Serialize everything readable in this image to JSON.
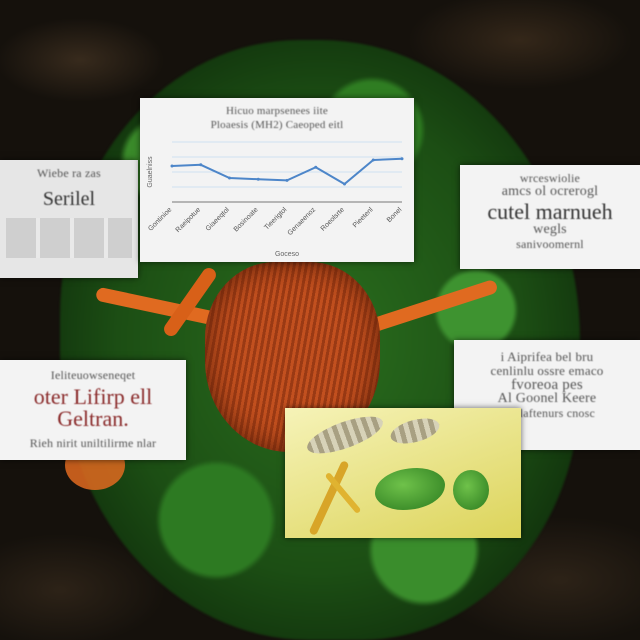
{
  "panels": {
    "chart": {
      "caption": "Hicuo marpsenees iite\nPloaesis (MH2) Caeoped eitl"
    },
    "top_right": {
      "line1": "wrceswiolie",
      "line2": "amcs ol ocrerogl",
      "big": "cutel marnueh",
      "line4": "wegls",
      "line5": "sanivoomernl"
    },
    "left_mid": {
      "line1": "Ieliteuowseneqet",
      "big": "oter Lifirp ell",
      "big2": "Geltran.",
      "line4": "Rieh nirit uniltilirme nlar"
    },
    "right_mid": {
      "line1": "i Aiprifea bel bru",
      "line2": "cenlinlu ossre emaco",
      "line3": "fvoreoa pes",
      "line4": "Al Goonel Keere",
      "line5": "Vietlaftenurs cnosc"
    },
    "top_left": {
      "line1": "Wiebe ra zas",
      "line2": "Serilel"
    }
  },
  "chart_data": {
    "type": "line",
    "title": "Hicuo marpsenees iite",
    "subtitle": "Ploaesis (MH2) Caeoped eitl",
    "xlabel": "Goceso",
    "ylabel": "Guaelniss",
    "categories": [
      "Gontinioe",
      "Raeipotue",
      "Giaeeqtol",
      "Bosinoate",
      "Tieerigtol",
      "Genaeenoz",
      "Roeolsrte",
      "Pieetenl",
      "Bonel"
    ],
    "values": [
      60,
      62,
      40,
      38,
      36,
      58,
      30,
      70,
      72
    ],
    "ylim": [
      0,
      100
    ],
    "grid": true,
    "color": "#4d86c9"
  },
  "colors": {
    "foliage": "#2f7d22",
    "torso": "#c2501f",
    "chart_line": "#4d86c9"
  }
}
